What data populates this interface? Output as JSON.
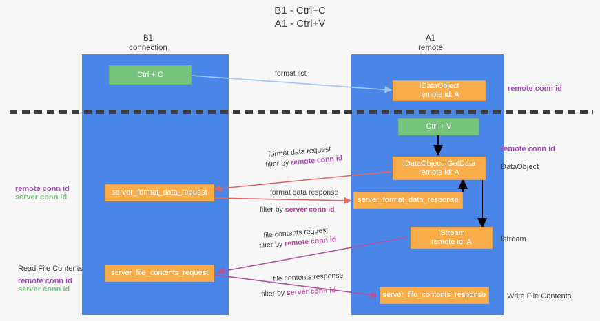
{
  "diagram": {
    "title_line1": "B1 - Ctrl+C",
    "title_line2": "A1 - Ctrl+V",
    "colors": {
      "lane": "#4a86e8",
      "green_node": "#76c47c",
      "orange_node": "#f9ad4a",
      "purple": "#a64dbd",
      "green_text": "#7cc47f",
      "magenta": "#c2339a",
      "divider": "#3c3c3c",
      "arrow_blue": "#9fc5f8",
      "arrow_red": "#e06666",
      "arrow_magenta": "#b5519e",
      "arrow_black": "#000000"
    },
    "columns": [
      {
        "name": "B1",
        "sub": "connection"
      },
      {
        "name": "A1",
        "sub": "remote"
      }
    ],
    "nodes": {
      "ctrl_c": "Ctrl + C",
      "ctrl_v": "Ctrl + V",
      "idataobject_l1": "IDataObject",
      "idataobject_l2": "remote id: A",
      "getdata_l1": "IDataObject::GetData",
      "getdata_l2": "remote id: A",
      "istream_l1": "IStream",
      "istream_l2": "remote id: A",
      "server_format_data_request": "server_format_data_request",
      "server_format_data_response": "server_format_data_response",
      "server_file_contents_request": "server_file_contents_request",
      "server_file_contents_response": "server_file_contents_response"
    },
    "edge_labels": {
      "format_list": "format list",
      "format_data_request": "format data request",
      "format_data_request_filter_prefix": "filter by ",
      "format_data_request_filter_key": "remote conn id",
      "format_data_response": "format data response",
      "format_data_response_filter_prefix": "filter by ",
      "format_data_response_filter_key": "server conn id",
      "file_contents_request": "file contents request",
      "file_contents_request_filter_prefix": "filter by ",
      "file_contents_request_filter_key": "remote conn id",
      "file_contents_response": "file contents response",
      "file_contents_response_filter_prefix": "filter by ",
      "file_contents_response_filter_key": "server conn id"
    },
    "right_labels": {
      "remote_conn_id_top": "remote conn id",
      "remote_conn_id_mid": "remote conn id",
      "dataobject": "DataObject",
      "istream": "Istream",
      "write_file_contents": "Write File Contents"
    },
    "left_labels": {
      "remote_conn_id": "remote conn id",
      "server_conn_id": "server conn id",
      "read_file_contents": "Read File Contents",
      "remote_conn_id_2": "remote conn id",
      "server_conn_id_2": "server conn id"
    }
  }
}
